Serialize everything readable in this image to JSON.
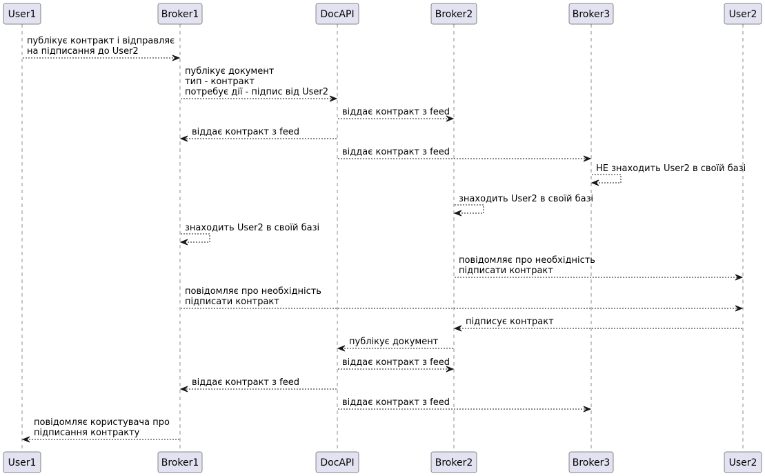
{
  "participants": [
    {
      "id": "User1",
      "label": "User1"
    },
    {
      "id": "Broker1",
      "label": "Broker1"
    },
    {
      "id": "DocAPI",
      "label": "DocAPI"
    },
    {
      "id": "Broker2",
      "label": "Broker2"
    },
    {
      "id": "Broker3",
      "label": "Broker3"
    },
    {
      "id": "User2",
      "label": "User2"
    }
  ],
  "messages": [
    {
      "from": "User1",
      "to": "Broker1",
      "lines": [
        "публікує контракт і відправляє",
        "на підписання до User2"
      ]
    },
    {
      "from": "Broker1",
      "to": "DocAPI",
      "lines": [
        "публікує документ",
        "тип - контракт",
        "потребує дії - підпис від User2"
      ]
    },
    {
      "from": "DocAPI",
      "to": "Broker2",
      "lines": [
        "віддає контракт з feed"
      ]
    },
    {
      "from": "DocAPI",
      "to": "Broker1",
      "lines": [
        "віддає контракт з feed"
      ]
    },
    {
      "from": "DocAPI",
      "to": "Broker3",
      "lines": [
        "віддає контракт з feed"
      ]
    },
    {
      "from": "Broker3",
      "to": "Broker3",
      "lines": [
        "НЕ знаходить User2 в своїй базі"
      ]
    },
    {
      "from": "Broker2",
      "to": "Broker2",
      "lines": [
        "знаходить User2 в своїй базі"
      ]
    },
    {
      "from": "Broker1",
      "to": "Broker1",
      "lines": [
        "знаходить User2 в своїй базі"
      ]
    },
    {
      "from": "Broker2",
      "to": "User2",
      "lines": [
        "повідомляє про необхідність",
        "підписати контракт"
      ]
    },
    {
      "from": "Broker1",
      "to": "User2",
      "lines": [
        "повідомляє про необхідність",
        "підписати контракт"
      ]
    },
    {
      "from": "User2",
      "to": "Broker2",
      "lines": [
        "підписує контракт"
      ]
    },
    {
      "from": "Broker2",
      "to": "DocAPI",
      "lines": [
        "публікує документ"
      ]
    },
    {
      "from": "DocAPI",
      "to": "Broker2",
      "lines": [
        "віддає контракт з feed"
      ]
    },
    {
      "from": "DocAPI",
      "to": "Broker1",
      "lines": [
        "віддає контракт з feed"
      ]
    },
    {
      "from": "DocAPI",
      "to": "Broker3",
      "lines": [
        "віддає контракт з feed"
      ]
    },
    {
      "from": "Broker1",
      "to": "User1",
      "lines": [
        "повідомляє користувача про",
        "підписання контракту"
      ]
    }
  ]
}
